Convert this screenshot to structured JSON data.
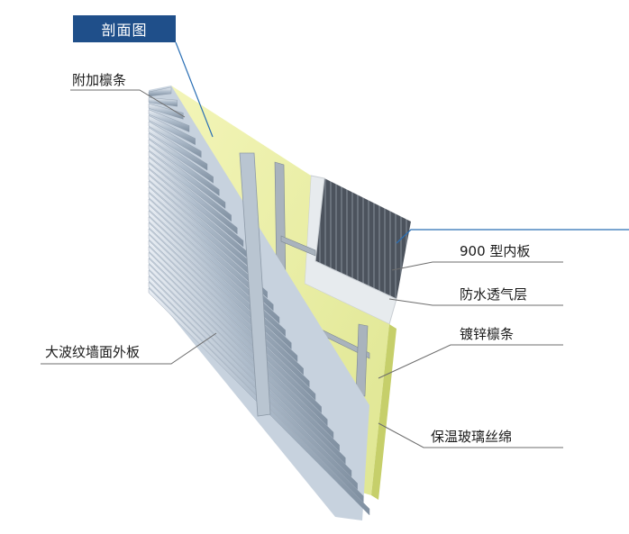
{
  "title": "剖面图",
  "labels": {
    "extra_purlin": "附加檩条",
    "inner_panel": "900 型内板",
    "waterproof_membrane": "防水透气层",
    "galvanized_purlin": "镀锌檩条",
    "glass_wool": "保温玻璃丝绵",
    "outer_panel": "大波纹墙面外板"
  },
  "colors": {
    "title_bg": "#1f4f8a",
    "outer_panel": "#c3cfdc",
    "glass_wool": "#e9eea0",
    "membrane": "#e8ecef",
    "inner_panel": "#4e5560",
    "purlin": "#aab4be"
  }
}
